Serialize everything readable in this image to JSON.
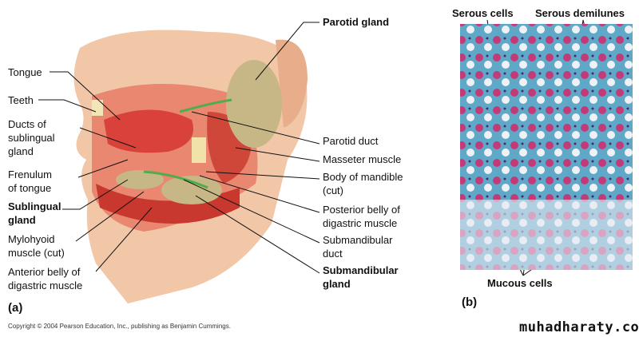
{
  "figure_a": {
    "panel_label": "(a)",
    "left_labels": [
      {
        "id": "tongue",
        "lines": [
          "Tongue"
        ],
        "bold": false
      },
      {
        "id": "teeth",
        "lines": [
          "Teeth"
        ],
        "bold": false
      },
      {
        "id": "ducts-sublingual",
        "lines": [
          "Ducts of",
          "sublingual",
          "gland"
        ],
        "bold": false
      },
      {
        "id": "frenulum",
        "lines": [
          "Frenulum",
          "of tongue"
        ],
        "bold": false
      },
      {
        "id": "sublingual-gland",
        "lines": [
          "Sublingual",
          "gland"
        ],
        "bold": true
      },
      {
        "id": "mylohyoid",
        "lines": [
          "Mylohyoid",
          "muscle (cut)"
        ],
        "bold": false
      },
      {
        "id": "anterior-digastric",
        "lines": [
          "Anterior belly of",
          "digastric muscle"
        ],
        "bold": false
      }
    ],
    "right_labels": [
      {
        "id": "parotid-gland",
        "lines": [
          "Parotid gland"
        ],
        "bold": true
      },
      {
        "id": "parotid-duct",
        "lines": [
          "Parotid duct"
        ],
        "bold": false
      },
      {
        "id": "masseter",
        "lines": [
          "Masseter muscle"
        ],
        "bold": false
      },
      {
        "id": "mandible",
        "lines": [
          "Body of mandible",
          "(cut)"
        ],
        "bold": false
      },
      {
        "id": "posterior-digastric",
        "lines": [
          "Posterior belly of",
          "digastric muscle"
        ],
        "bold": false
      },
      {
        "id": "submandibular-duct",
        "lines": [
          "Submandibular",
          "duct"
        ],
        "bold": false
      },
      {
        "id": "submandibular-gland",
        "lines": [
          "Submandibular",
          "gland"
        ],
        "bold": true
      }
    ]
  },
  "figure_b": {
    "panel_label": "(b)",
    "labels": {
      "serous_cells": "Serous cells",
      "serous_demilunes": "Serous demilunes",
      "mucous_cells": "Mucous cells"
    }
  },
  "copyright": "Copyright © 2004 Pearson Education, Inc., publishing as Benjamin Cummings.",
  "watermark": "muhadharaty.com",
  "colors": {
    "skin": "#f2c4a6",
    "muscle": "#d9443a",
    "gland": "#c9b98a",
    "histo_bg": "#5aa7c7",
    "histo_pink": "#c23a78"
  }
}
